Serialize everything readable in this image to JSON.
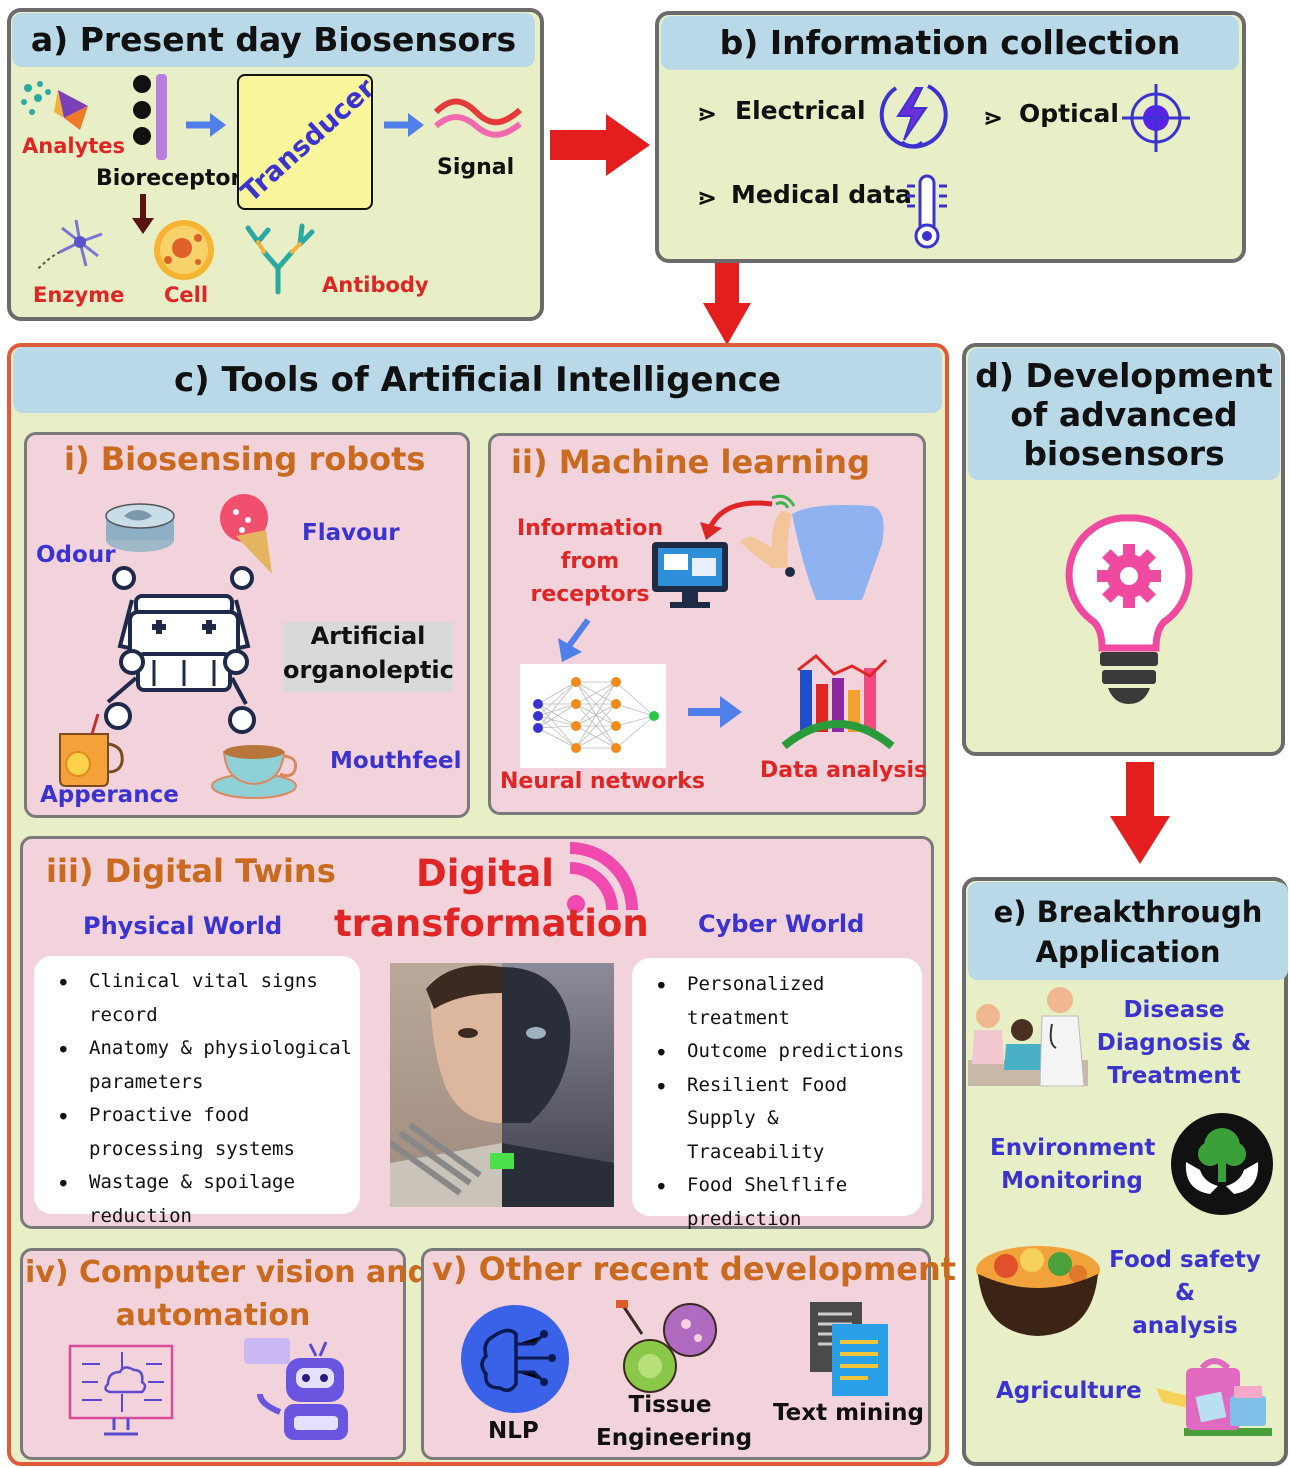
{
  "panel_a": {
    "title": "a) Present day Biosensors",
    "analytes": "Analytes",
    "bioreceptor": "Bioreceptor",
    "transducer": "Transducer",
    "signal": "Signal",
    "enzyme": "Enzyme",
    "cell": "Cell",
    "antibody": "Antibody"
  },
  "panel_b": {
    "title": "b) Information collection",
    "items": [
      "Electrical",
      "Optical",
      "Medical data"
    ],
    "bullet": "⋗"
  },
  "panel_c": {
    "title": "c) Tools of Artificial Intelligence",
    "robots": {
      "title": "i)  Biosensing robots",
      "odour": "Odour",
      "flavour": "Flavour",
      "artificial_line1": "Artificial",
      "artificial_line2": "organoleptic",
      "apperance": "Apperance",
      "mouthfeel": "Mouthfeel"
    },
    "ml": {
      "title": "ii) Machine learning",
      "info_lines": [
        "Information",
        "from",
        "receptors"
      ],
      "neural": "Neural networks",
      "data_analysis": "Data analysis"
    },
    "twins": {
      "title": "iii) Digital Twins",
      "digital": "Digital",
      "transformation": "transformation",
      "physical_world": "Physical World",
      "cyber_world": "Cyber World",
      "physical_items": [
        "Clinical vital signs record",
        "Anatomy & physiological parameters",
        "Proactive food processing systems",
        "Wastage & spoilage reduction"
      ],
      "cyber_items": [
        "Personalized treatment",
        "Outcome predictions",
        " Resilient Food Supply & Traceability",
        "Food Shelflife prediction"
      ]
    },
    "cv": {
      "title_line1": "iv) Computer vision and",
      "title_line2": "automation"
    },
    "other": {
      "title": "v) Other recent development",
      "nlp": "NLP",
      "tissue_line1": "Tissue",
      "tissue_line2": "Engineering",
      "text_mining": "Text mining"
    }
  },
  "panel_d": {
    "title_lines": [
      "d) Development",
      "of advanced",
      "biosensors"
    ]
  },
  "panel_e": {
    "title_lines": [
      "e) Breakthrough",
      "Application"
    ],
    "disease": [
      "Disease",
      "Diagnosis &",
      "Treatment"
    ],
    "environment": [
      "Environment",
      "Monitoring"
    ],
    "food": [
      "Food safety &",
      "analysis"
    ],
    "agriculture": "Agriculture"
  },
  "colors": {
    "panel_bg": "#e8efc6",
    "header_bg": "#b9d9e8",
    "sub_bg": "#f2d3dc",
    "arrow_red": "#e41e1e",
    "orange_text": "#c96a1f",
    "blue_text": "#3a33d0",
    "red_text": "#e02525"
  }
}
